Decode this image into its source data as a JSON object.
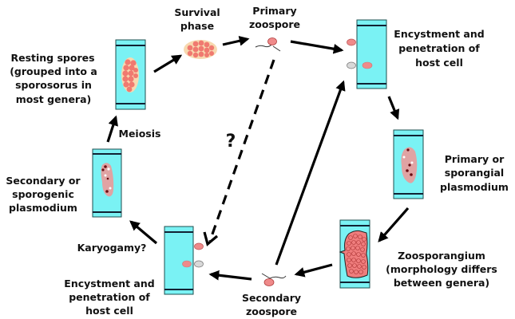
{
  "diagram": {
    "type": "life-cycle",
    "colors": {
      "host_cell": "#7af2f4",
      "spore": "#f07a70",
      "spore_outline": "#f7d9b0",
      "zoospore": "#ef8a8a",
      "empty_cyst": "#d8d8d8",
      "plasmodium": "#e0a3a3",
      "nucleus": "#6a0d12",
      "arrow": "#000000"
    },
    "labels": {
      "resting_spores": [
        "Resting spores",
        "(grouped into a",
        "sporosorus in",
        "most genera)"
      ],
      "survival_phase": [
        "Survival",
        "phase"
      ],
      "primary_zoospore": [
        "Primary",
        "zoospore"
      ],
      "encystment_top": [
        "Encystment and",
        "penetration of",
        "host cell"
      ],
      "primary_plasmodium": [
        "Primary or",
        "sporangial",
        "plasmodium"
      ],
      "zoosporangium": [
        "Zoosporangium",
        "(morphology differs",
        "between genera)"
      ],
      "secondary_zoospore": [
        "Secondary",
        "zoospore"
      ],
      "encystment_bottom": [
        "Encystment and",
        "penetration of",
        "host cell"
      ],
      "karyogamy": "Karyogamy?",
      "secondary_plasmodium": [
        "Secondary or",
        "sporogenic",
        "plasmodium"
      ],
      "meiosis": "Meiosis",
      "unknown_path": "?"
    },
    "stages": [
      "Resting spores",
      "Survival phase",
      "Primary zoospore",
      "Encystment and penetration of host cell",
      "Primary or sporangial plasmodium",
      "Zoosporangium",
      "Secondary zoospore",
      "Encystment and penetration of host cell",
      "Secondary or sporogenic plasmodium"
    ],
    "edges": [
      {
        "from": "Resting spores",
        "to": "Survival phase",
        "style": "solid"
      },
      {
        "from": "Survival phase",
        "to": "Primary zoospore",
        "style": "solid"
      },
      {
        "from": "Primary zoospore",
        "to": "Encystment (primary)",
        "style": "solid"
      },
      {
        "from": "Encystment (primary)",
        "to": "Primary plasmodium",
        "style": "solid"
      },
      {
        "from": "Primary plasmodium",
        "to": "Zoosporangium",
        "style": "solid"
      },
      {
        "from": "Zoosporangium",
        "to": "Secondary zoospore",
        "style": "solid"
      },
      {
        "from": "Secondary zoospore",
        "to": "Encystment (primary)",
        "style": "solid"
      },
      {
        "from": "Secondary zoospore",
        "to": "Encystment (secondary)",
        "style": "solid"
      },
      {
        "from": "Primary zoospore",
        "to": "Encystment (secondary)",
        "style": "dashed",
        "label": "?"
      },
      {
        "from": "Encystment (secondary)",
        "to": "Secondary plasmodium",
        "style": "solid",
        "label": "Karyogamy?"
      },
      {
        "from": "Secondary plasmodium",
        "to": "Resting spores",
        "style": "solid",
        "label": "Meiosis"
      }
    ]
  }
}
